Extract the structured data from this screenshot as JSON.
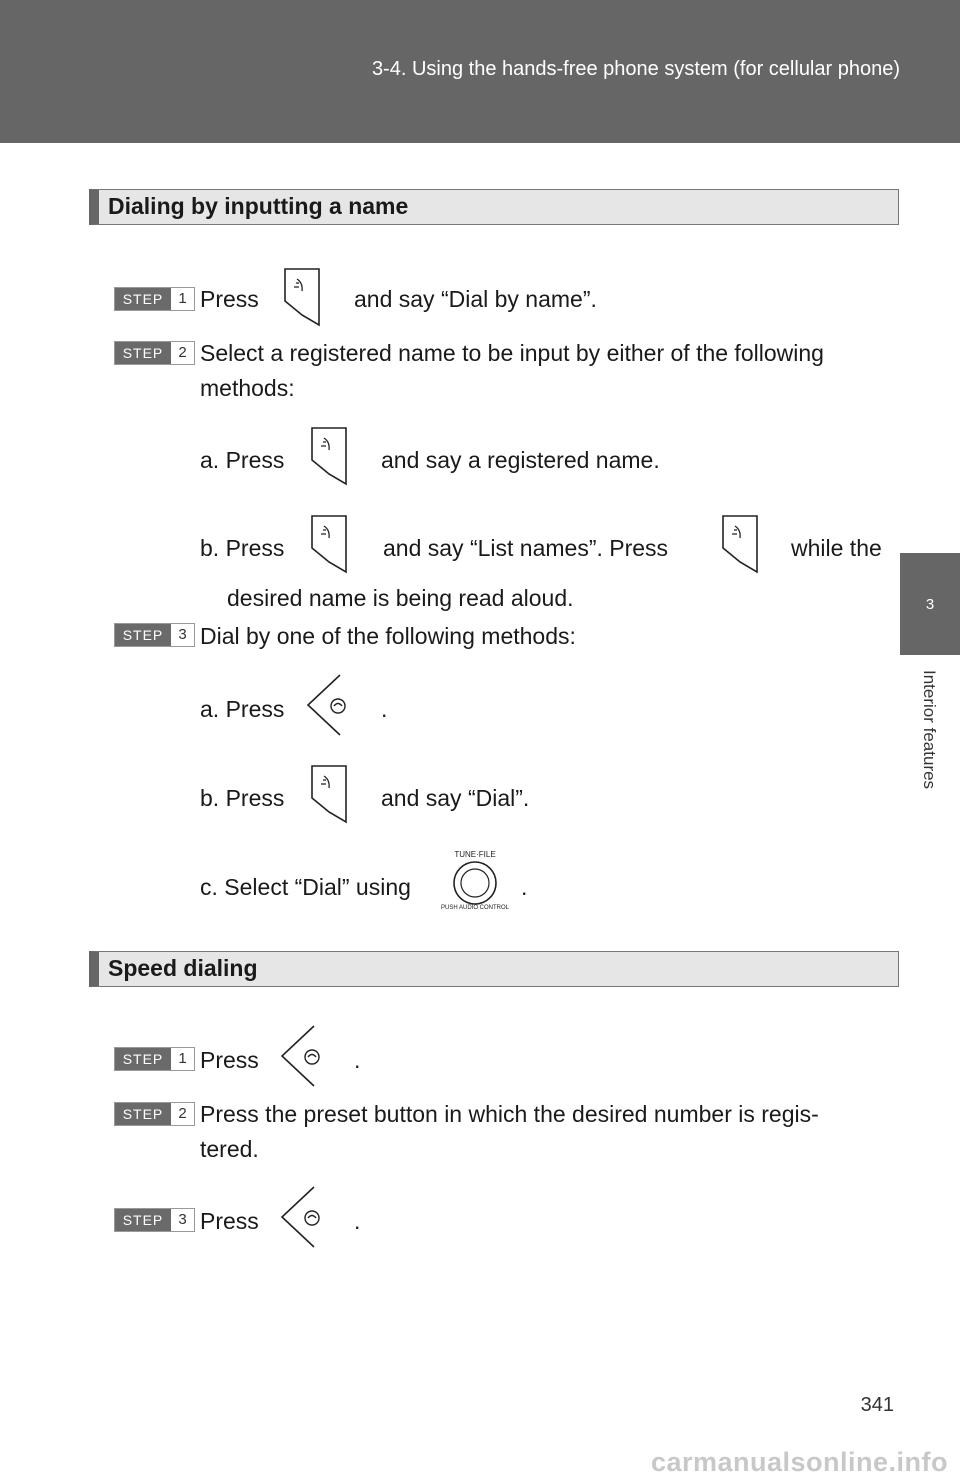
{
  "header": {
    "title": "3-4. Using the hands-free phone system (for cellular phone)"
  },
  "side": {
    "chapter_number": "3",
    "chapter_label": "Interior features"
  },
  "step_word": "STEP",
  "sections": [
    {
      "title": "Dialing by inputting a name",
      "lines": {
        "s1_a": "Press",
        "s1_b": "and say “Dial by name”.",
        "s2_l1": "Select a registered name to be input by either of the following",
        "s2_l2": "methods:",
        "s2_a_a": "a. Press",
        "s2_a_b": "and say a registered name.",
        "s2_b_a": "b. Press",
        "s2_b_b": "and say “List names”. Press",
        "s2_b_c": "while the",
        "s2_b_l2": "desired name is being read aloud.",
        "s3_l1": "Dial by one of the following methods:",
        "s3_a_a": "a. Press",
        "s3_a_b": ".",
        "s3_b_a": "b. Press",
        "s3_b_b": "and say “Dial”.",
        "s3_c_a": "c. Select “Dial” using",
        "s3_c_b": "."
      },
      "steps": [
        "1",
        "2",
        "3"
      ]
    },
    {
      "title": "Speed dialing",
      "lines": {
        "s1_a": "Press",
        "s1_b": ".",
        "s2_l1": "Press the preset button in which the desired number is regis-",
        "s2_l2": "tered.",
        "s3_a": "Press",
        "s3_b": "."
      },
      "steps": [
        "1",
        "2",
        "3"
      ]
    }
  ],
  "knob_labels": {
    "top": "TUNE·FILE",
    "bottom": "PUSH AUDIO CONTROL"
  },
  "icons": {
    "talk": "talk-switch-icon",
    "off_hook": "off-hook-switch-icon",
    "knob": "tune-file-knob-icon"
  },
  "page_number": "341",
  "watermark": "carmanualsonline.info"
}
